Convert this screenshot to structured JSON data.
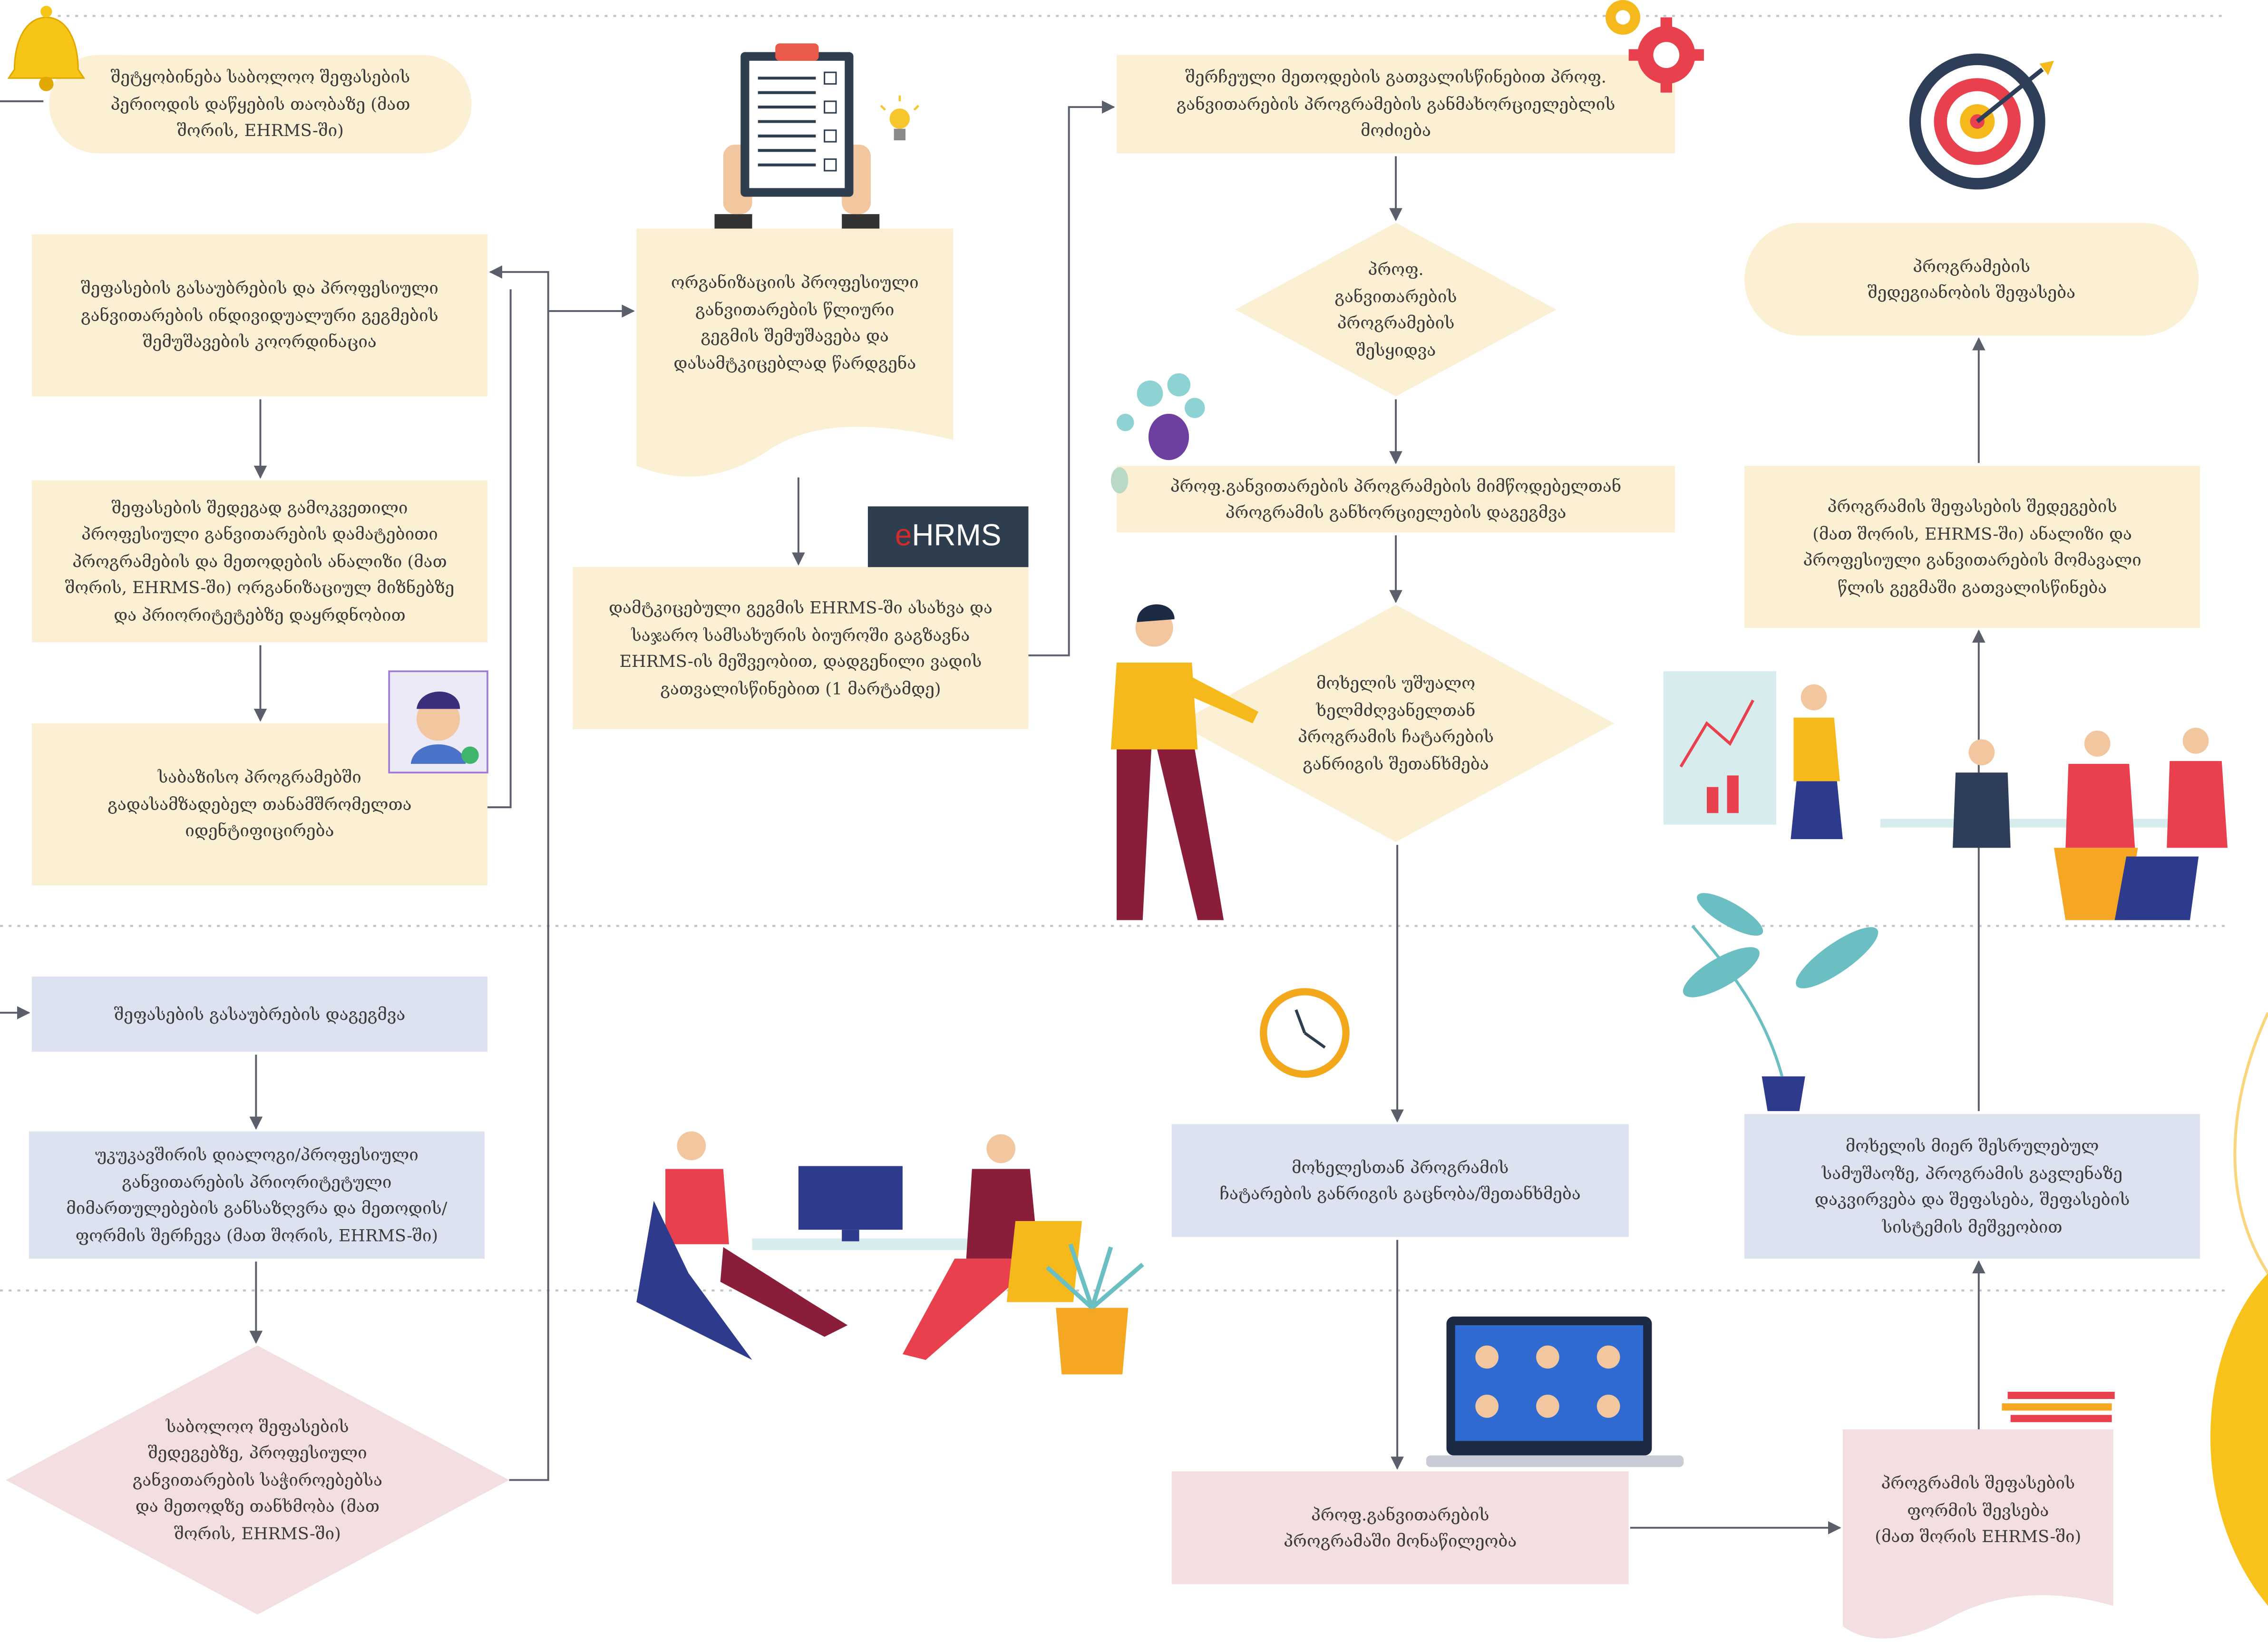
{
  "colors": {
    "cream": "#fbf0d3",
    "blue": "#dde2f0",
    "pink": "#f3dfe1",
    "line": "#5b5e6b",
    "divider": "#bdbdbd"
  },
  "nodes": {
    "notify": "შეტყობინება საბოლოო შეფასების\nპერიოდის დაწყების თაობაზე (მათ\nშორის, EHRMS-ში)",
    "coord": "შეფასების გასაუბრების და პროფესიული\nგანვითარების ინდივიდუალური გეგმების\nშემუშავების კოორდინაცია",
    "analysis": "შეფასების შედეგად გამოკვეთილი\nპროფესიული განვითარების დამატებითი\nპროგრამების და მეთოდების ანალიზი (მათ\nშორის, EHRMS-ში) ორგანიზაციულ მიზნებზე\nდა პრიორიტეტებზე დაყრდნობით",
    "identify": "საბაზისო პროგრამებში\nგადასამზადებელ თანამშრომელთა\nიდენტიფიცირება",
    "annual_plan": "ორგანიზაციის პროფესიული\nგანვითარების წლიური\nგეგმის შემუშავება და\nდასამტკიცებლად წარდგენა",
    "approved_plan": "დამტკიცებული გეგმის EHRMS-ში ასახვა და\nსაჯარო სამსახურის ბიუროში გაგზავნა\nEHRMS-ის მეშვეობით, დადგენილი ვადის\nგათვალისწინებით (1 მარტამდე)",
    "provider_search": "შერჩეული მეთოდების გათვალისწინებით პროფ.\nგანვითარების პროგრამების განმახორციელებლის\nმოძიება",
    "purchase": "პროფ.\nგანვითარების\nპროგრამების\nშესყიდვა",
    "schedule_provider": "პროფ.განვითარების პროგრამების მიმწოდებელთან\nპროგრამის განხორციელების დაგეგმვა",
    "manager_agree": "მოხელის უშუალო\nხელმძღვანელთან\nპროგრამის ჩატარების\nგანრიგის შეთანხმება",
    "employee_inform": "მოხელესთან პროგრამის\nჩატარების განრიგის გაცნობა/შეთანხმება",
    "participation": "პროფ.განვითარების\nპროგრამაში მონაწილეობა",
    "eval_form": "პროგრამის შეფასების\nფორმის შევსება\n(მათ შორის EHRMS-ში)",
    "workplace_eval": "მოხელის მიერ შესრულებულ\nსამუშაოზე, პროგრამის გავლენაზე\nდაკვირვება და შეფასება, შეფასების\nსისტემის მეშვეობით",
    "results_analysis": "პროგრამის შეფასების შედეგების\n(მათ შორის, EHRMS-ში)  ანალიზი და\nპროფესიული განვითარების მომავალი\nწლის გეგმაში გათვალისწინება",
    "effectiveness": "პროგრამების\nშედეგიანობის შეფასება",
    "plan_interviews": "შეფასების გასაუბრების დაგეგმვა",
    "dialogue": "უკუკავშირის დიალოგი/პროფესიული\nგანვითარების პრიორიტეტული\nმიმართულებების განსაზღვრა და მეთოდის/\nფორმის შერჩევა (მათ შორის, EHRMS-ში)",
    "final_eval": "საბოლოო შეფასების\nშედეგებზე, პროფესიული\nგანვითარების საჭიროებებსა\nდა მეთოდზე თანხმობა (მათ\nშორის, EHRMS-ში)"
  },
  "badge": {
    "prefix": "e",
    "text": "HRMS"
  },
  "icons": [
    "bell-icon",
    "clipboard-icon",
    "lightbulb-icon",
    "gears-icon",
    "target-icon",
    "plant-icon",
    "face-scan-icon",
    "clock-icon",
    "video-call-icon",
    "books-icon"
  ]
}
